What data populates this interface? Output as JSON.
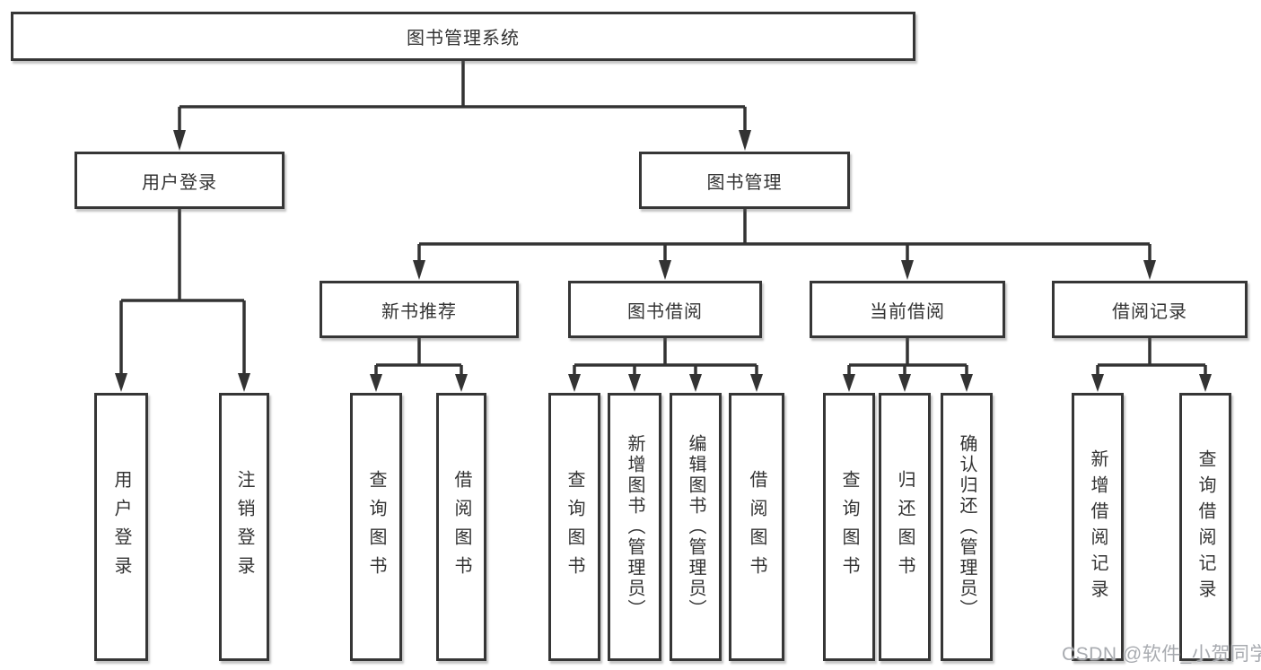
{
  "diagram": {
    "root": {
      "label": "图书管理系统"
    },
    "level2": [
      {
        "label": "用户登录"
      },
      {
        "label": "图书管理"
      }
    ],
    "level3": [
      {
        "label": "新书推荐",
        "parent": "图书管理"
      },
      {
        "label": "图书借阅",
        "parent": "图书管理"
      },
      {
        "label": "当前借阅",
        "parent": "图书管理"
      },
      {
        "label": "借阅记录",
        "parent": "图书管理"
      }
    ],
    "leaves": [
      {
        "label": "用户登录",
        "parent": "用户登录"
      },
      {
        "label": "注销登录",
        "parent": "用户登录"
      },
      {
        "label": "查询图书",
        "parent": "新书推荐"
      },
      {
        "label": "借阅图书",
        "parent": "新书推荐"
      },
      {
        "label": "查询图书",
        "parent": "图书借阅"
      },
      {
        "label": "新增图书（管理员）",
        "parent": "图书借阅"
      },
      {
        "label": "编辑图书（管理员）",
        "parent": "图书借阅"
      },
      {
        "label": "借阅图书",
        "parent": "图书借阅"
      },
      {
        "label": "查询图书",
        "parent": "当前借阅"
      },
      {
        "label": "归还图书",
        "parent": "当前借阅"
      },
      {
        "label": "确认归还（管理员）",
        "parent": "当前借阅"
      },
      {
        "label": "新增借阅记录",
        "parent": "借阅记录"
      },
      {
        "label": "查询借阅记录",
        "parent": "借阅记录"
      }
    ]
  },
  "watermark": {
    "text": "CSDN @软件_小贺同学"
  },
  "colors": {
    "line": "#333333",
    "box_border": "#363636",
    "text": "#333333",
    "watermark": "#a8abb0",
    "background": "#ffffff"
  }
}
